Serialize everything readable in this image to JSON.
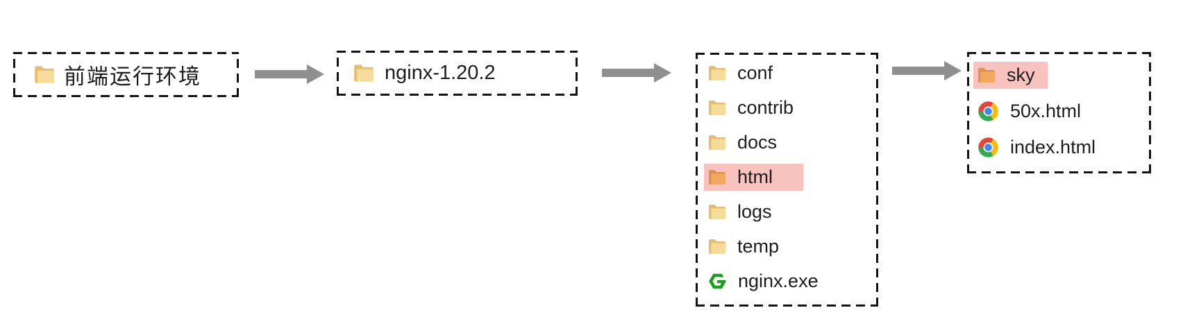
{
  "colors": {
    "highlight_pink": "#f8c2be",
    "arrow_gray": "#8f8f8f",
    "border_black": "#131313",
    "text": "#1c1c1c",
    "folder_back": "#e7bd6e",
    "folder_front": "#f6dc9a",
    "folder_highlight_back": "#e0924a",
    "folder_highlight_front": "#f0a95e",
    "nginx_green": "#18a018",
    "chrome_red": "#ea4335",
    "chrome_yellow": "#fbbc05",
    "chrome_green": "#34a853",
    "chrome_blue": "#4285f4"
  },
  "flow": {
    "boxes": [
      {
        "name": "frontend-env-box",
        "items": [
          {
            "icon": "folder",
            "label": "前端运行环境",
            "highlighted": false
          }
        ]
      },
      {
        "name": "nginx-version-box",
        "items": [
          {
            "icon": "folder",
            "label": "nginx-1.20.2",
            "highlighted": false
          }
        ]
      },
      {
        "name": "nginx-contents-box",
        "items": [
          {
            "icon": "folder",
            "label": "conf",
            "highlighted": false
          },
          {
            "icon": "folder",
            "label": "contrib",
            "highlighted": false
          },
          {
            "icon": "folder",
            "label": "docs",
            "highlighted": false
          },
          {
            "icon": "folder",
            "label": "html",
            "highlighted": true
          },
          {
            "icon": "folder",
            "label": "logs",
            "highlighted": false
          },
          {
            "icon": "folder",
            "label": "temp",
            "highlighted": false
          },
          {
            "icon": "nginx-logo",
            "label": "nginx.exe",
            "highlighted": false
          }
        ]
      },
      {
        "name": "html-contents-box",
        "items": [
          {
            "icon": "folder",
            "label": "sky",
            "highlighted": true
          },
          {
            "icon": "chrome",
            "label": "50x.html",
            "highlighted": false
          },
          {
            "icon": "chrome",
            "label": "index.html",
            "highlighted": false
          }
        ]
      }
    ]
  }
}
